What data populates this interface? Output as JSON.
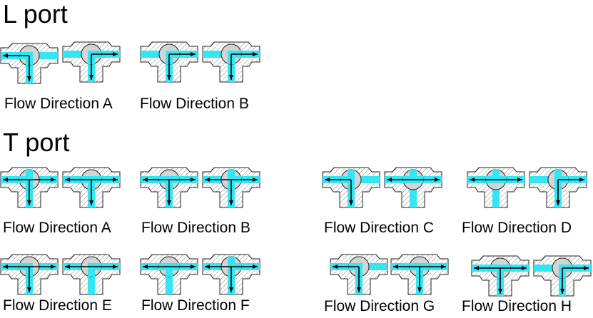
{
  "headings": {
    "l_port": "L  port",
    "t_port": "T  port"
  },
  "captions": {
    "l_a": "Flow Direction A",
    "l_b": "Flow Direction B",
    "t_a": "Flow Direction A",
    "t_b": "Flow Direction B",
    "t_c": "Flow Direction C",
    "t_d": "Flow Direction D",
    "t_e": "Flow Direction E",
    "t_f": "Flow Direction F",
    "t_g": "Flow Direction G",
    "t_h": "Flow Direction H"
  },
  "colors": {
    "channel": "#33e6f2",
    "ball": "#d4d4d4",
    "hatch": "#8c8c8c",
    "outline": "#222222",
    "arrow": "#000000"
  },
  "valves": [
    {
      "id": "l_a1",
      "port": "L",
      "bore": "L",
      "dir": "W",
      "flow": "left-down"
    },
    {
      "id": "l_a2",
      "port": "L",
      "bore": "L",
      "dir": "E",
      "flow": "down-right"
    },
    {
      "id": "l_b1",
      "port": "L",
      "bore": "L",
      "dir": "E",
      "flow": "down-right"
    },
    {
      "id": "l_b2",
      "port": "L",
      "bore": "L",
      "dir": "E",
      "flow": "right-down"
    },
    {
      "id": "t_a1",
      "port": "T",
      "bore": "T",
      "dir": "W",
      "flow": "left-right-down"
    },
    {
      "id": "t_a2",
      "port": "T",
      "bore": "T",
      "dir": "S",
      "flow": "left-right-down"
    },
    {
      "id": "t_b1",
      "port": "T",
      "bore": "T",
      "dir": "S",
      "flow": "left-right-down"
    },
    {
      "id": "t_b2",
      "port": "T",
      "bore": "T",
      "dir": "E",
      "flow": "left-right-down"
    },
    {
      "id": "t_c1",
      "port": "T",
      "bore": "T",
      "dir": "W",
      "flow": "left-down"
    },
    {
      "id": "t_c2",
      "port": "T",
      "bore": "T",
      "dir": "N",
      "flow": "left-right"
    },
    {
      "id": "t_d1",
      "port": "T",
      "bore": "T",
      "dir": "N",
      "flow": "left-right"
    },
    {
      "id": "t_d2",
      "port": "T",
      "bore": "T",
      "dir": "E",
      "flow": "right-down"
    },
    {
      "id": "t_e1",
      "port": "T",
      "bore": "L",
      "dir": "W",
      "flow": "left-right-down"
    },
    {
      "id": "t_e2",
      "port": "T",
      "bore": "L",
      "dir": "E",
      "flow": "left-right"
    },
    {
      "id": "t_f1",
      "port": "T",
      "bore": "T",
      "dir": "S",
      "flow": "left-right"
    },
    {
      "id": "t_f2",
      "port": "T",
      "bore": "T",
      "dir": "E",
      "flow": "left-right-down"
    },
    {
      "id": "t_g1",
      "port": "T",
      "bore": "L",
      "dir": "W",
      "flow": "left-down"
    },
    {
      "id": "t_g2",
      "port": "T",
      "bore": "T",
      "dir": "S",
      "flow": "left-right-down"
    },
    {
      "id": "t_h1",
      "port": "T",
      "bore": "T",
      "dir": "S",
      "flow": "left-right-down"
    },
    {
      "id": "t_h2",
      "port": "T",
      "bore": "L",
      "dir": "E",
      "flow": "right-down"
    }
  ]
}
